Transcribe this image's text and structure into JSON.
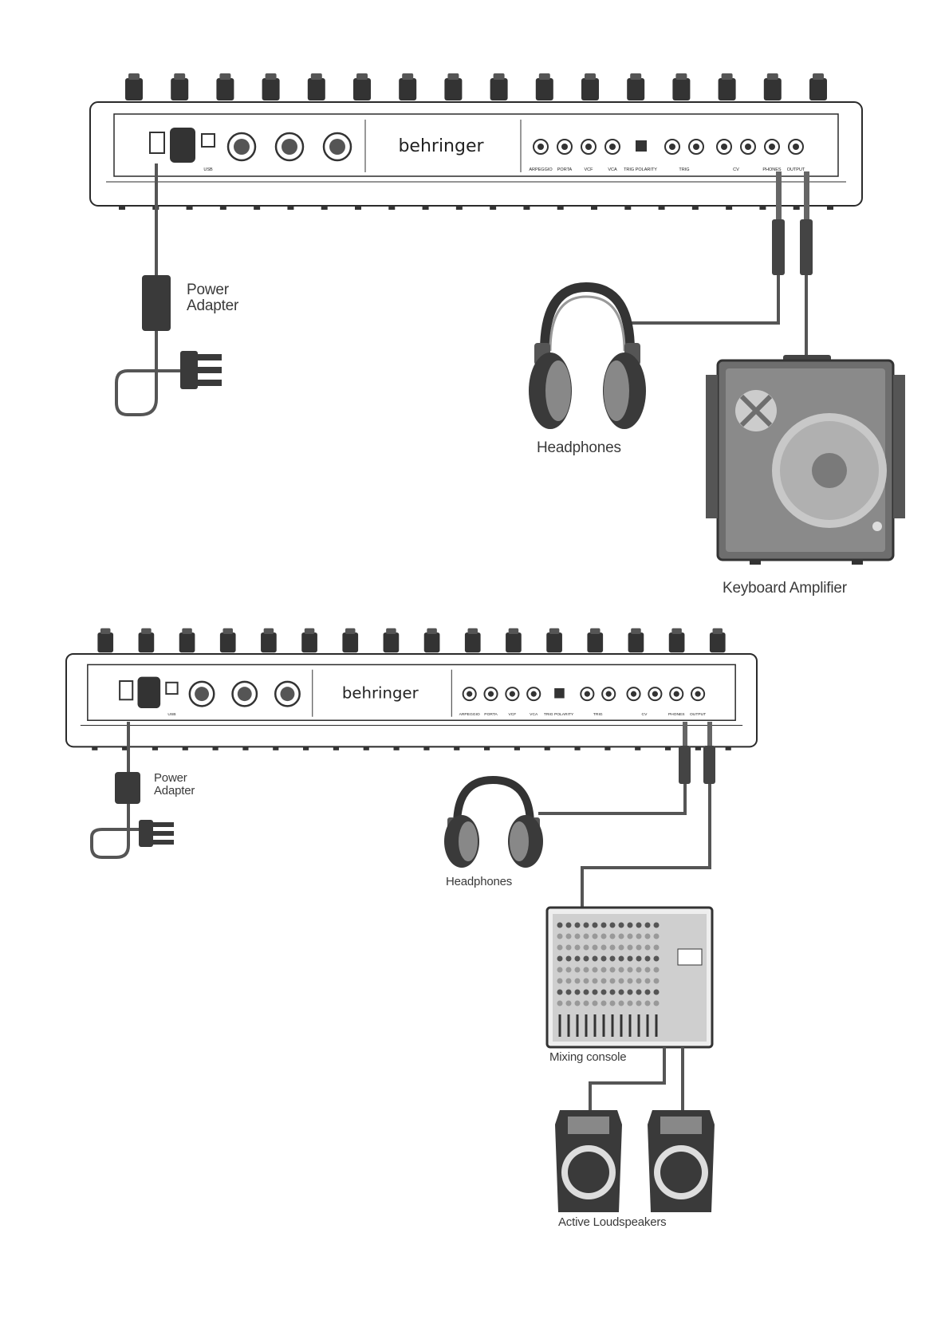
{
  "brand": "behringer",
  "setup_1": {
    "power_adapter": "Power\nAdapter",
    "headphones": "Headphones",
    "amplifier": "Keyboard Amplifier"
  },
  "setup_2": {
    "power_adapter": "Power\nAdapter",
    "headphones": "Headphones",
    "mixer": "Mixing console",
    "speakers": "Active Loudspeakers"
  },
  "panel_labels": {
    "usb": "USB",
    "arpeggio": "ARPEGGIO",
    "porta": "PORTA",
    "vcf": "VCF",
    "vca": "VCA",
    "trig_polarity": "TRIG POLARITY",
    "trig": "TRIG",
    "cv": "CV",
    "phones": "PHONES",
    "output": "OUTPUT"
  },
  "colors": {
    "line": "#2b2b2b",
    "cable": "#5a5a5a",
    "device_fill": "#ffffff",
    "dark": "#3a3a3a",
    "amp_body": "#6e6e6e"
  }
}
